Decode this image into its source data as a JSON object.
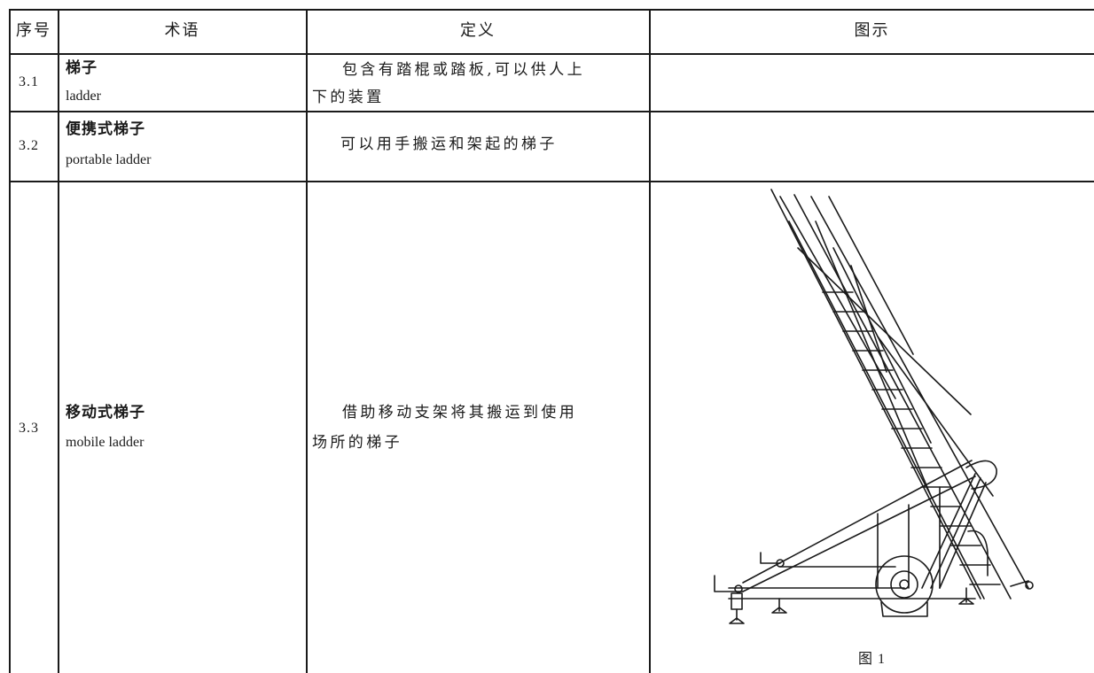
{
  "table": {
    "headers": [
      "序号",
      "术语",
      "定义",
      "图示"
    ],
    "rows": [
      {
        "no": "3.1",
        "term_zh": "梯子",
        "term_en": "ladder",
        "definition_line1": "包含有踏棍或踏板,可以供人上",
        "definition_line2": "下的装置",
        "figure_caption": ""
      },
      {
        "no": "3.2",
        "term_zh": "便携式梯子",
        "term_en": "portable ladder",
        "definition_line1": "可以用手搬运和架起的梯子",
        "definition_line2": "",
        "figure_caption": ""
      },
      {
        "no": "3.3",
        "term_zh": "移动式梯子",
        "term_en": "mobile ladder",
        "definition_line1": "借助移动支架将其搬运到使用",
        "definition_line2": "场所的梯子",
        "figure_caption": "图 1"
      }
    ]
  },
  "figure": {
    "icon": "mobile-ladder-drawing-icon",
    "line_color": "#1a1a1a"
  }
}
